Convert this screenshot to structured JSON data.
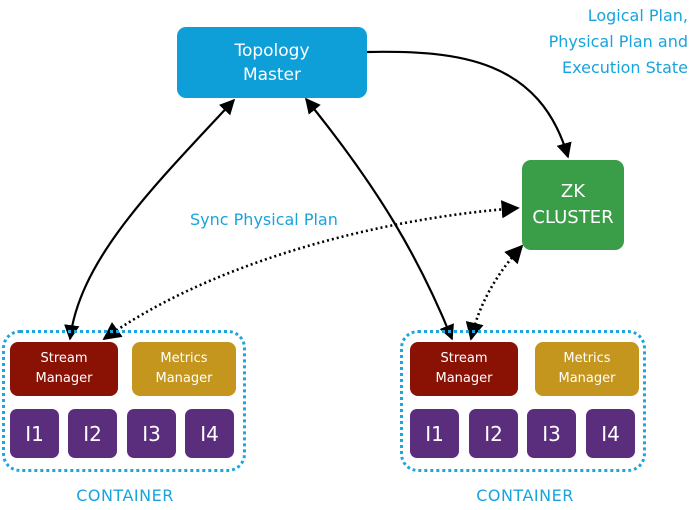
{
  "topology_master": {
    "line1": "Topology",
    "line2": "Master",
    "color": "#0e9fd8"
  },
  "zk_cluster": {
    "line1": "ZK",
    "line2": "CLUSTER",
    "color": "#3a9d48"
  },
  "annotations": {
    "plan_state": [
      "Logical Plan,",
      "Physical Plan and",
      "Execution State"
    ],
    "sync": "Sync Physical Plan"
  },
  "containers": [
    {
      "label": "CONTAINER",
      "stream_manager": {
        "line1": "Stream",
        "line2": "Manager"
      },
      "metrics_manager": {
        "line1": "Metrics",
        "line2": "Manager"
      },
      "instances": [
        "I1",
        "I2",
        "I3",
        "I4"
      ]
    },
    {
      "label": "CONTAINER",
      "stream_manager": {
        "line1": "Stream",
        "line2": "Manager"
      },
      "metrics_manager": {
        "line1": "Metrics",
        "line2": "Manager"
      },
      "instances": [
        "I1",
        "I2",
        "I3",
        "I4"
      ]
    }
  ],
  "colors": {
    "label_blue": "#17a4dc",
    "stream_manager": "#8a1205",
    "metrics_manager": "#c4961e",
    "instance": "#5a2d7d",
    "container_border": "#1ba6df"
  }
}
